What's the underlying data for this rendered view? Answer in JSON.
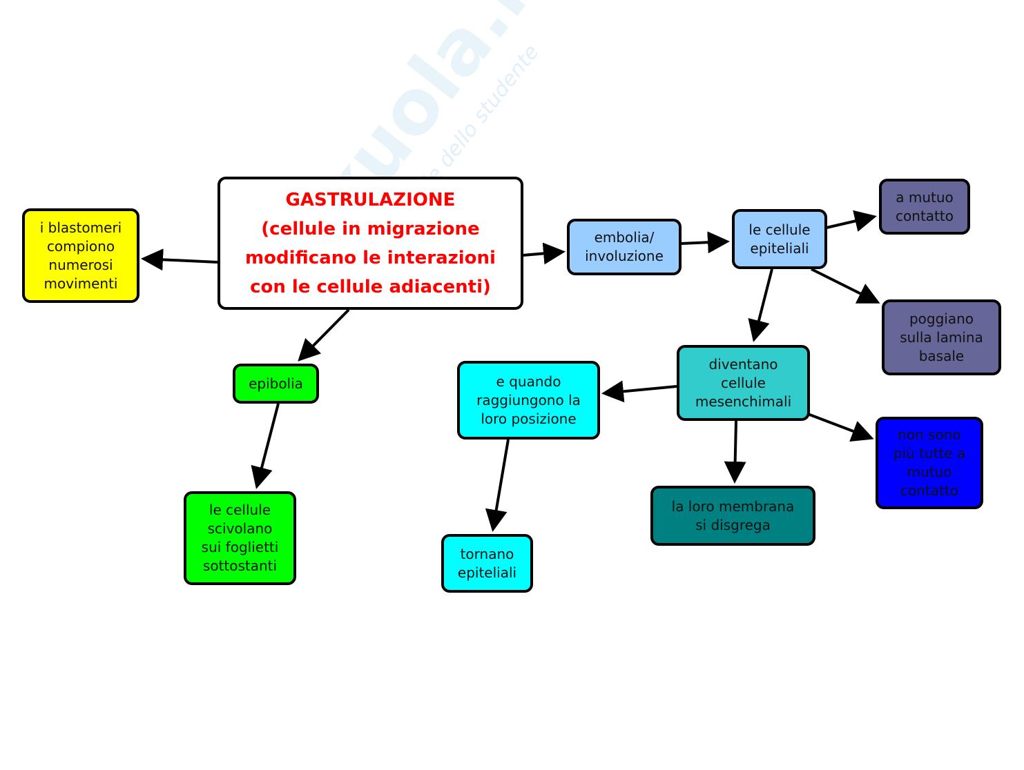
{
  "watermark": {
    "brand": "Skuola.net",
    "tagline": "il portale dello studente"
  },
  "nodes": {
    "blastomeri": {
      "text": "i blastomeri\ncompiono\nnumerosi\nmovimenti",
      "color": "#ffff00"
    },
    "main": {
      "text": "GASTRULAZIONE\n(cellule in migrazione\nmodificano le interazioni\ncon le cellule adiacenti)",
      "color": "#ffffff",
      "text_color": "#ff0000"
    },
    "embolia": {
      "text": "embolia/\ninvoluzione",
      "color": "#99ccff"
    },
    "epiteliali": {
      "text": "le cellule\nepiteliali",
      "color": "#99ccff"
    },
    "mutuo": {
      "text": "a mutuo\ncontatto",
      "color": "#666699"
    },
    "poggiano": {
      "text": "poggiano\nsulla lamina\nbasale",
      "color": "#666699"
    },
    "diventano": {
      "text": "diventano\ncellule\nmesenchimali",
      "color": "#33cccc"
    },
    "equando": {
      "text": "e quando\nraggiungono la\nloro posizione",
      "color": "#00ffff"
    },
    "tornano": {
      "text": "tornano\nepiteliali",
      "color": "#00ffff"
    },
    "membrana": {
      "text": "la loro membrana\nsi disgrega",
      "color": "#008080"
    },
    "nonsono": {
      "text": "non sono\npiù tutte a\nmutuo\ncontatto",
      "color": "#0000ff"
    },
    "epibolia": {
      "text": "epibolia",
      "color": "#00ff00"
    },
    "scivolano": {
      "text": "le cellule\nscivolano\nsui foglietti\nsottostanti",
      "color": "#00ff00"
    }
  },
  "edges": [
    {
      "from": "main",
      "to": "blastomeri"
    },
    {
      "from": "main",
      "to": "embolia"
    },
    {
      "from": "embolia",
      "to": "epiteliali"
    },
    {
      "from": "epiteliali",
      "to": "mutuo"
    },
    {
      "from": "epiteliali",
      "to": "poggiano"
    },
    {
      "from": "epiteliali",
      "to": "diventano"
    },
    {
      "from": "diventano",
      "to": "equando"
    },
    {
      "from": "diventano",
      "to": "membrana"
    },
    {
      "from": "diventano",
      "to": "nonsono"
    },
    {
      "from": "equando",
      "to": "tornano"
    },
    {
      "from": "main",
      "to": "epibolia"
    },
    {
      "from": "epibolia",
      "to": "scivolano"
    }
  ]
}
